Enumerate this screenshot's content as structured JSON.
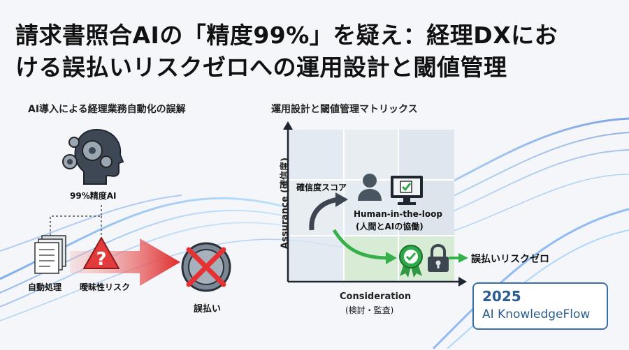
{
  "title": {
    "line1": "請求書照合AIの「精度99%」を疑え：経理DXにお",
    "line2": "ける誤払いリスクゼロへの運用設計と閾値管理"
  },
  "left_panel": {
    "heading": "AI導入による経理業務自動化の誤解",
    "ai_label": "99%精度AI",
    "auto_label": "自動処理",
    "risk_label": "曖昧性リスク",
    "error_label": "誤払い",
    "icons": [
      "robot-head-gears-icon",
      "document-stack-icon",
      "warning-icon",
      "crossed-coin-icon"
    ]
  },
  "right_panel": {
    "heading": "運用設計と閾値管理マトリックス",
    "y_axis": "Assurance (確信度)",
    "x_axis": "Consideration",
    "x_axis_sub": "(検討・監査)",
    "score_label": "確信度スコア",
    "hitl_label": "Human-in-the-loop",
    "hitl_sub": "(人間とAIの協働)",
    "outcome_label": "誤払いリスクゼロ",
    "icons": [
      "person-icon",
      "monitor-check-icon",
      "award-ribbon-icon",
      "padlock-icon"
    ]
  },
  "badge": {
    "year": "2025",
    "brand": "AI KnowledgeFlow"
  },
  "colors": {
    "accent_blue": "#2b5d93",
    "arrow_red": "#e03a3a",
    "arrow_green": "#3bb54a",
    "wave_blue": "#4aa3ff"
  }
}
